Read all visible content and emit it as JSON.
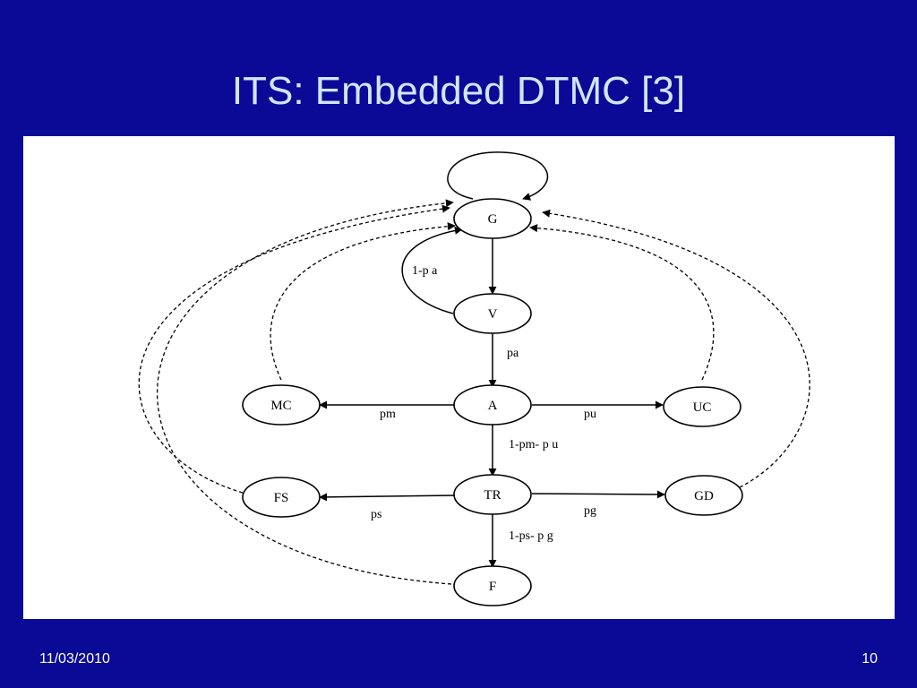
{
  "title": "ITS: Embedded DTMC [3]",
  "footer": {
    "date": "11/03/2010",
    "page": "10"
  },
  "diagram": {
    "nodes": {
      "G": "G",
      "V": "V",
      "A": "A",
      "MC": "MC",
      "UC": "UC",
      "FS": "FS",
      "TR": "TR",
      "GD": "GD",
      "F": "F"
    },
    "edge_labels": {
      "v_g": "1-p a",
      "v_a": "pa",
      "a_mc": "pm",
      "a_uc": "pu",
      "a_tr": "1-pm- p u",
      "tr_fs": "ps",
      "tr_gd": "pg",
      "tr_f": "1-ps- p g"
    }
  }
}
